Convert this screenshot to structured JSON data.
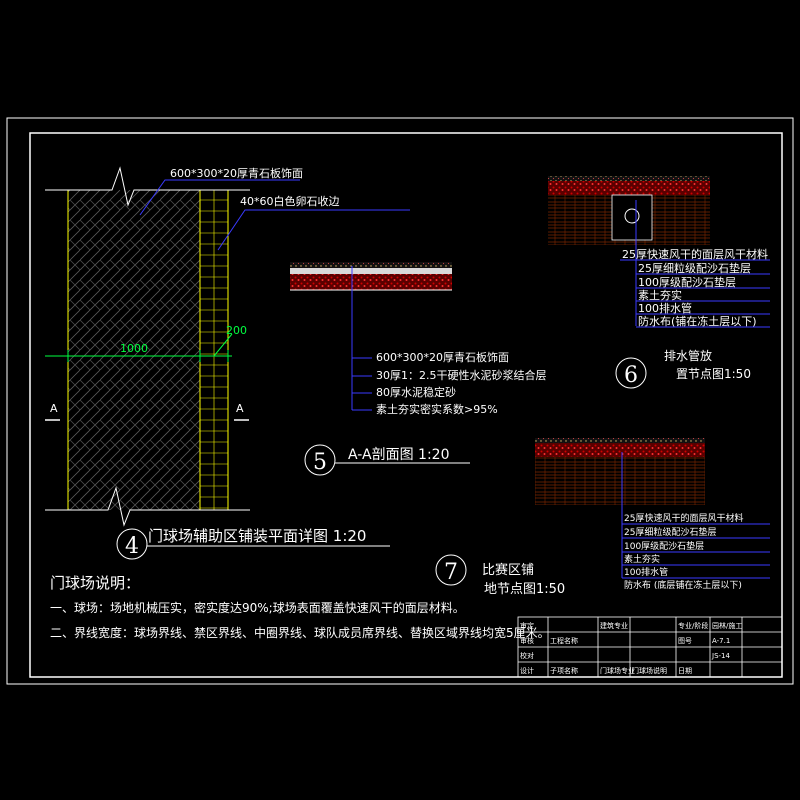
{
  "plan": {
    "label_stone": "600*300*20厚青石板饰面",
    "label_edge": "40*60白色卵石收边",
    "dim_width": "1000",
    "dim_edge": "200",
    "section_left": "A",
    "section_right": "A",
    "callout_no": "4",
    "title": "门球场辅助区铺装平面详图  1:20"
  },
  "section": {
    "layers": [
      "600*300*20厚青石板饰面",
      "30厚1：2.5干硬性水泥砂浆结合层",
      "80厚水泥稳定砂",
      "素土夯实密实系数>95%"
    ],
    "callout_no": "5",
    "title": "A-A剖面图  1:20"
  },
  "drain": {
    "layers": [
      "25厚快速风干的面层风干材料",
      "25厚细粒级配沙石垫层",
      "100厚级配沙石垫层",
      "素土夯实",
      "100排水管",
      "防水布(铺在冻土层以下)"
    ],
    "callout_no": "6",
    "title_line1": "排水管放",
    "title_line2": "置节点图1:50"
  },
  "court": {
    "layers": [
      "25厚快速风干的面层风干材料",
      "25厚细粒级配沙石垫层",
      "100厚级配沙石垫层",
      "素土夯实",
      "100排水管",
      "防水布  (底层铺在冻土层以下)"
    ],
    "callout_no": "7",
    "title_line1": "比赛区铺",
    "title_line2": "地节点图1:50"
  },
  "notes": {
    "heading": "门球场说明：",
    "line1": "一、球场：场地机械压实，密实度达90%;球场表面覆盖快速风干的面层材料。",
    "line2": "二、界线宽度：球场界线、禁区界线、中圈界线、球队成员席界线、替换区域界线均宽5厘米。"
  },
  "titleblock": {
    "c1": [
      "审定",
      "审核",
      "校对",
      "设计"
    ],
    "c2": [
      "",
      "工程名称",
      "",
      "子项名称"
    ],
    "c3": [
      "建筑专业",
      "",
      "",
      "门球场专业"
    ],
    "c4": [
      "",
      "",
      "",
      "门球场说明"
    ],
    "c5": [
      "专业/阶段",
      "图号",
      "",
      "日期"
    ],
    "c6": [
      "园林/施工",
      "A-7.1",
      "JS-14",
      ""
    ]
  },
  "colors": {
    "frame": "#ffffff",
    "leader": "#3a3aff",
    "edge_yellow": "#ffff00",
    "dimension": "#00ff40",
    "gravel": "#c00000",
    "hatch": "#8b2500"
  }
}
